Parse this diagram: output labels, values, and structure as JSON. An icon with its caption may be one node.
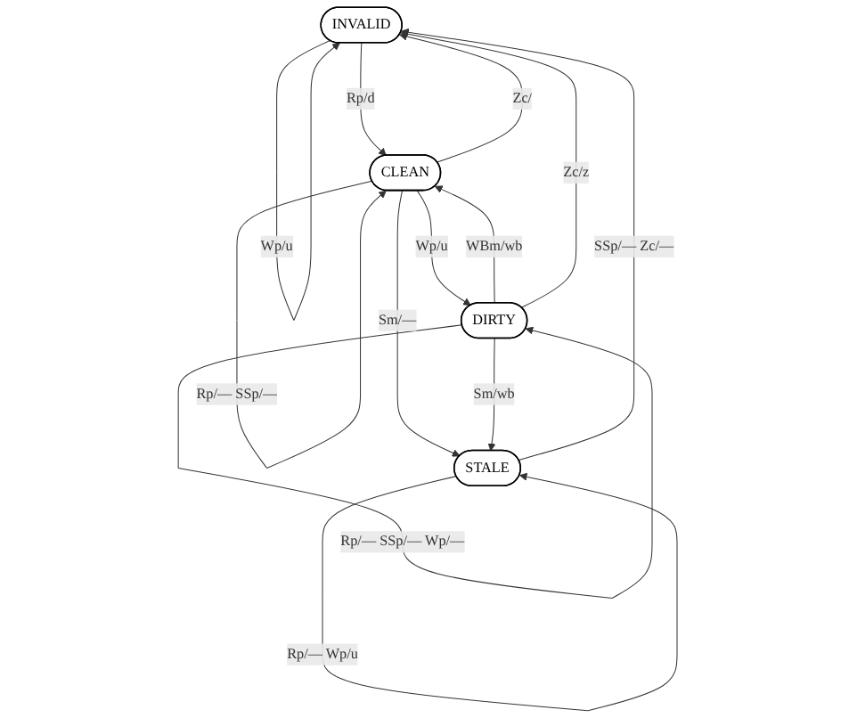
{
  "diagram": {
    "nodes": [
      {
        "text": [
          "INVALID"
        ]
      },
      {
        "text": [
          "CLEAN"
        ]
      },
      {
        "text": [
          "STALE"
        ]
      },
      {
        "text": [
          "DIRTY"
        ]
      }
    ],
    "edges": [
      {
        "from": 0,
        "to": 0,
        "arrow": "to",
        "label": "Wp/u"
      },
      {
        "from": 0,
        "to": 1,
        "arrow": "to",
        "label": "Rp/d"
      },
      {
        "from": 1,
        "to": 0,
        "arrow": "to",
        "label": "Zc/"
      },
      {
        "from": 2,
        "to": 0,
        "arrow": "to",
        "label": "SSp/— Zc/—"
      },
      {
        "from": 1,
        "to": 1,
        "arrow": "to",
        "label": "Rp/— SSp/—"
      },
      {
        "from": 1,
        "to": 2,
        "arrow": "to",
        "label": "Sm/—"
      },
      {
        "from": 2,
        "to": 2,
        "arrow": "to",
        "label": "Rp/— Wp/u"
      },
      {
        "from": 3,
        "to": 1,
        "arrow": "to",
        "label": "WBm/wb"
      },
      {
        "from": 1,
        "to": 3,
        "arrow": "to",
        "label": "Wp/u"
      },
      {
        "from": 3,
        "to": 0,
        "arrow": "to",
        "label": "Zc/z"
      },
      {
        "from": 3,
        "to": 2,
        "arrow": "to",
        "label": "Sm/wb"
      },
      {
        "from": 3,
        "to": 3,
        "arrow": "to",
        "label": "Rp/— SSp/— Wp/—"
      }
    ]
  }
}
